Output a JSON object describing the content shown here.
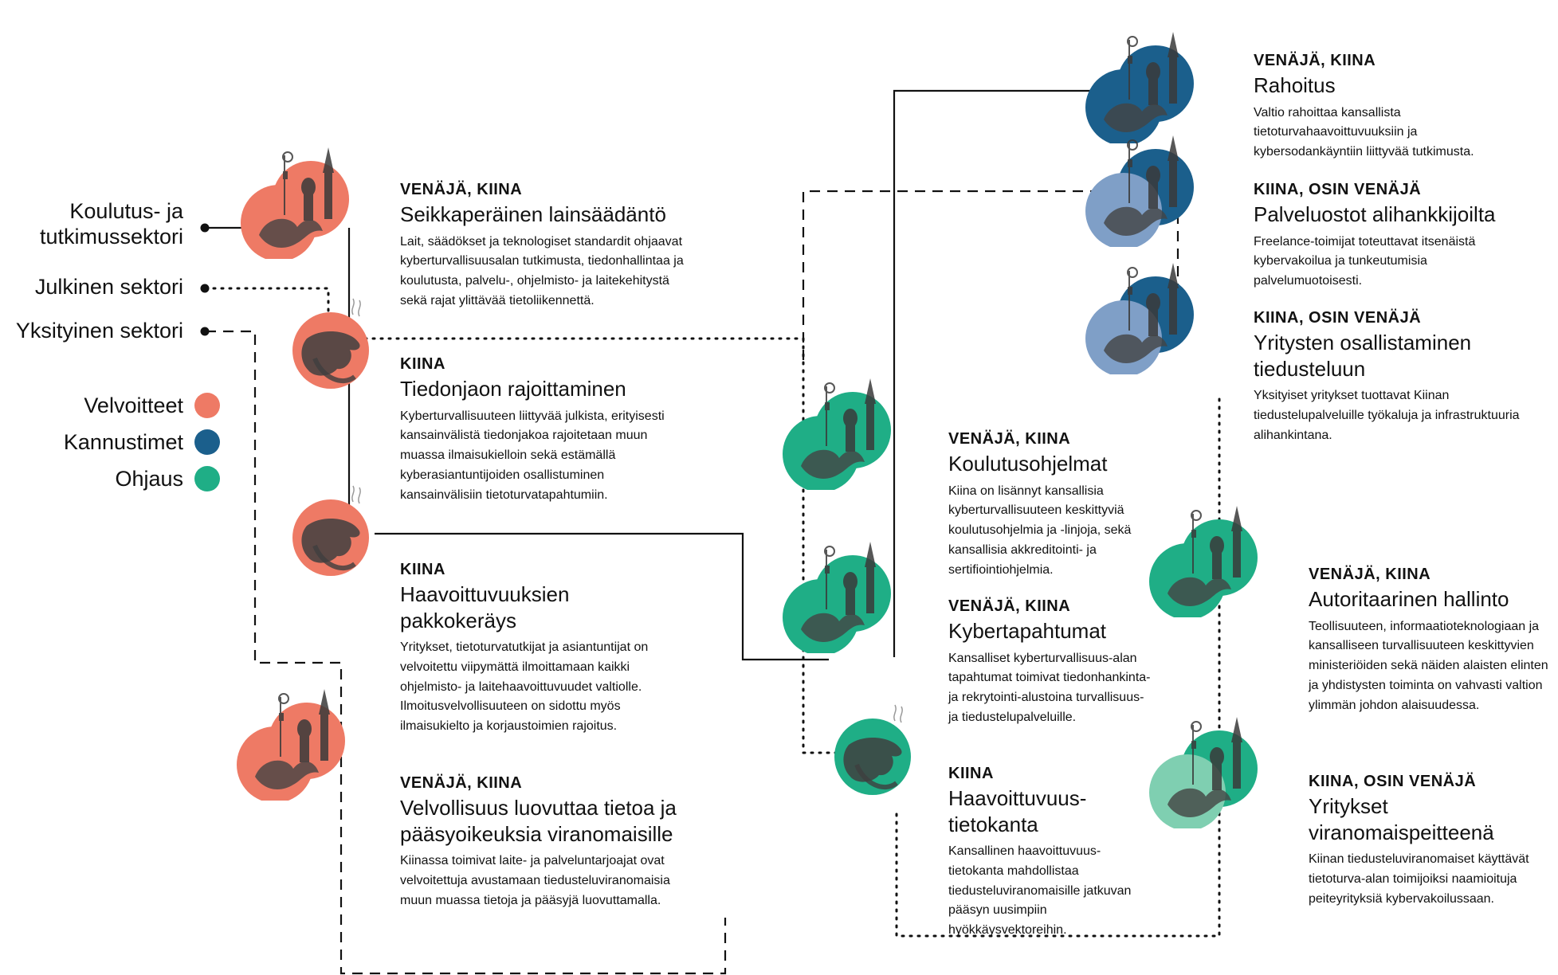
{
  "colors": {
    "velvoitteet": "#EE7A65",
    "kannustimet": "#1B5F8C",
    "ohjaus": "#1FAE86",
    "light_blue": "#7F9FC7",
    "light_green": "#7FCFB1"
  },
  "sectors": {
    "koulutus": "Koulutus- ja tutkimussektori",
    "julkinen": "Julkinen sektori",
    "yksityinen": "Yksityinen sektori"
  },
  "legend": [
    {
      "label": "Velvoitteet",
      "color": "#EE7A65"
    },
    {
      "label": "Kannustimet",
      "color": "#1B5F8C"
    },
    {
      "label": "Ohjaus",
      "color": "#1FAE86"
    }
  ],
  "nodes": [
    {
      "country": "VENÄJÄ, KIINA",
      "title": "Seikkaperäinen lainsäädäntö",
      "desc": "Lait, säädökset ja teknologiset standardit ohjaavat kyberturvallisuusalan tutkimusta, tiedonhallintaa ja koulutusta, palvelu-, ohjelmisto- ja laitekehitystä sekä rajat ylittävää tietoliikennettä.",
      "icon": "kremlin-and-dragon-icon"
    },
    {
      "country": "KIINA",
      "title": "Tiedonjaon rajoittaminen",
      "desc": "Kyberturvallisuuteen liittyvää julkista, erityisesti kansainvälistä tiedonjakoa rajoitetaan muun muassa ilmaisukielloin sekä estämällä kyberasiantuntijoiden osallistuminen kansainvälisiin tietoturvatapahtumiin.",
      "icon": "dragon-icon"
    },
    {
      "country": "KIINA",
      "title": "Haavoittuvuuksien pakkokeräys",
      "desc": "Yritykset, tietoturvatutkijat ja asiantuntijat on velvoitettu viipymättä ilmoittamaan kaikki ohjelmisto- ja laitehaavoittuvuudet valtiolle. Ilmoitusvelvollisuuteen on sidottu myös ilmaisukielto ja korjaustoimien rajoitus.",
      "icon": "dragon-icon"
    },
    {
      "country": "VENÄJÄ, KIINA",
      "title": "Velvollisuus luovuttaa tietoa ja pääsyoikeuksia viranomaisille",
      "desc": "Kiinassa toimivat laite- ja palveluntarjoajat ovat velvoitettuja avustamaan tiedusteluviranomaisia muun muassa tietoja ja pääsyjä luovuttamalla.",
      "icon": "kremlin-and-dragon-icon"
    },
    {
      "country": "VENÄJÄ, KIINA",
      "title": "Rahoitus",
      "desc": "Valtio rahoittaa kansallista tietoturvahaavoittuvuuksiin ja kybersodankäyntiin liittyvää tutkimusta.",
      "icon": "kremlin-and-dragon-icon"
    },
    {
      "country": "KIINA, OSIN VENÄJÄ",
      "title": "Palveluostot alihankkijoilta",
      "desc": "Freelance-toimijat toteuttavat itsenäistä kybervakoilua ja tunkeutumisia palvelumuotoisesti.",
      "icon": "kremlin-and-dragon-icon"
    },
    {
      "country": "KIINA, OSIN VENÄJÄ",
      "title": "Yritysten osallistaminen tiedusteluun",
      "desc": "Yksityiset yritykset tuottavat Kiinan tiedustelupalveluille työkaluja ja infrastruktuuria alihankintana.",
      "icon": "kremlin-and-dragon-icon"
    },
    {
      "country": "VENÄJÄ, KIINA",
      "title": "Koulutusohjelmat",
      "desc": "Kiina on lisännyt kansallisia kyberturvallisuuteen keskittyviä koulutusohjelmia ja -linjoja, sekä kansallisia akkreditointi- ja sertifiointiohjelmia.",
      "icon": "kremlin-and-dragon-icon"
    },
    {
      "country": "VENÄJÄ, KIINA",
      "title": "Kybertapahtumat",
      "desc": "Kansalliset kyberturvallisuus-alan tapahtumat toimivat tiedonhankinta- ja rekrytointi-alustoina turvallisuus- ja tiedustelupalveluille.",
      "icon": "kremlin-and-dragon-icon"
    },
    {
      "country": "KIINA",
      "title": "Haavoittuvuus-tietokanta",
      "desc": "Kansallinen haavoittuvuus-tietokanta mahdollistaa tiedusteluviranomaisille jatkuvan pääsyn uusimpiin hyökkäysvektoreihin.",
      "icon": "dragon-icon"
    },
    {
      "country": "VENÄJÄ, KIINA",
      "title": "Autoritaarinen hallinto",
      "desc": "Teollisuuteen, informaatioteknologiaan ja kansalliseen turvallisuuteen keskittyvien ministeriöiden sekä näiden alaisten elinten ja yhdistysten toiminta on vahvasti valtion ylimmän johdon alaisuudessa.",
      "icon": "kremlin-and-dragon-icon"
    },
    {
      "country": "KIINA, OSIN VENÄJÄ",
      "title": "Yritykset viranomaispeitteenä",
      "desc": "Kiinan tiedusteluviranomaiset käyttävät tietoturva-alan toimijoiksi naamioituja peiteyrityksiä kybervakoilussaan.",
      "icon": "kremlin-and-dragon-icon"
    }
  ]
}
